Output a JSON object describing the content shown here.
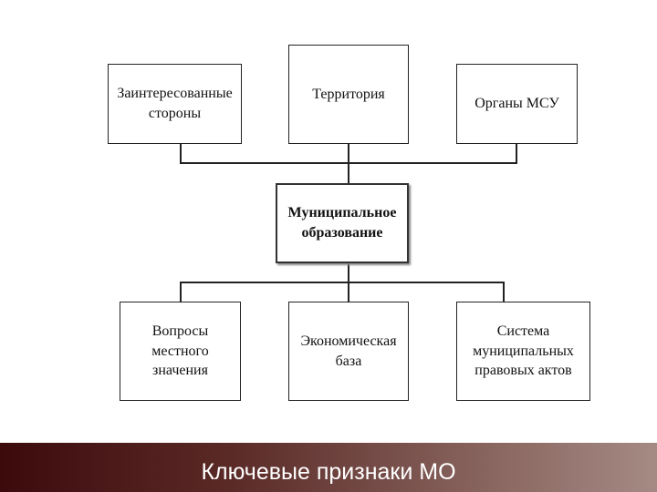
{
  "diagram": {
    "top_nodes": [
      {
        "label": "Заинтересованные\nстороны"
      },
      {
        "label": "Территория"
      },
      {
        "label": "Органы МСУ"
      }
    ],
    "center_node": {
      "label": "Муниципальное\nобразование"
    },
    "bottom_nodes": [
      {
        "label": "Вопросы\nместного\nзначения"
      },
      {
        "label": "Экономическая\nбаза"
      },
      {
        "label": "Система\nмуниципальных\nправовых актов"
      }
    ]
  },
  "footer": {
    "title": "Ключевые признаки МО"
  }
}
